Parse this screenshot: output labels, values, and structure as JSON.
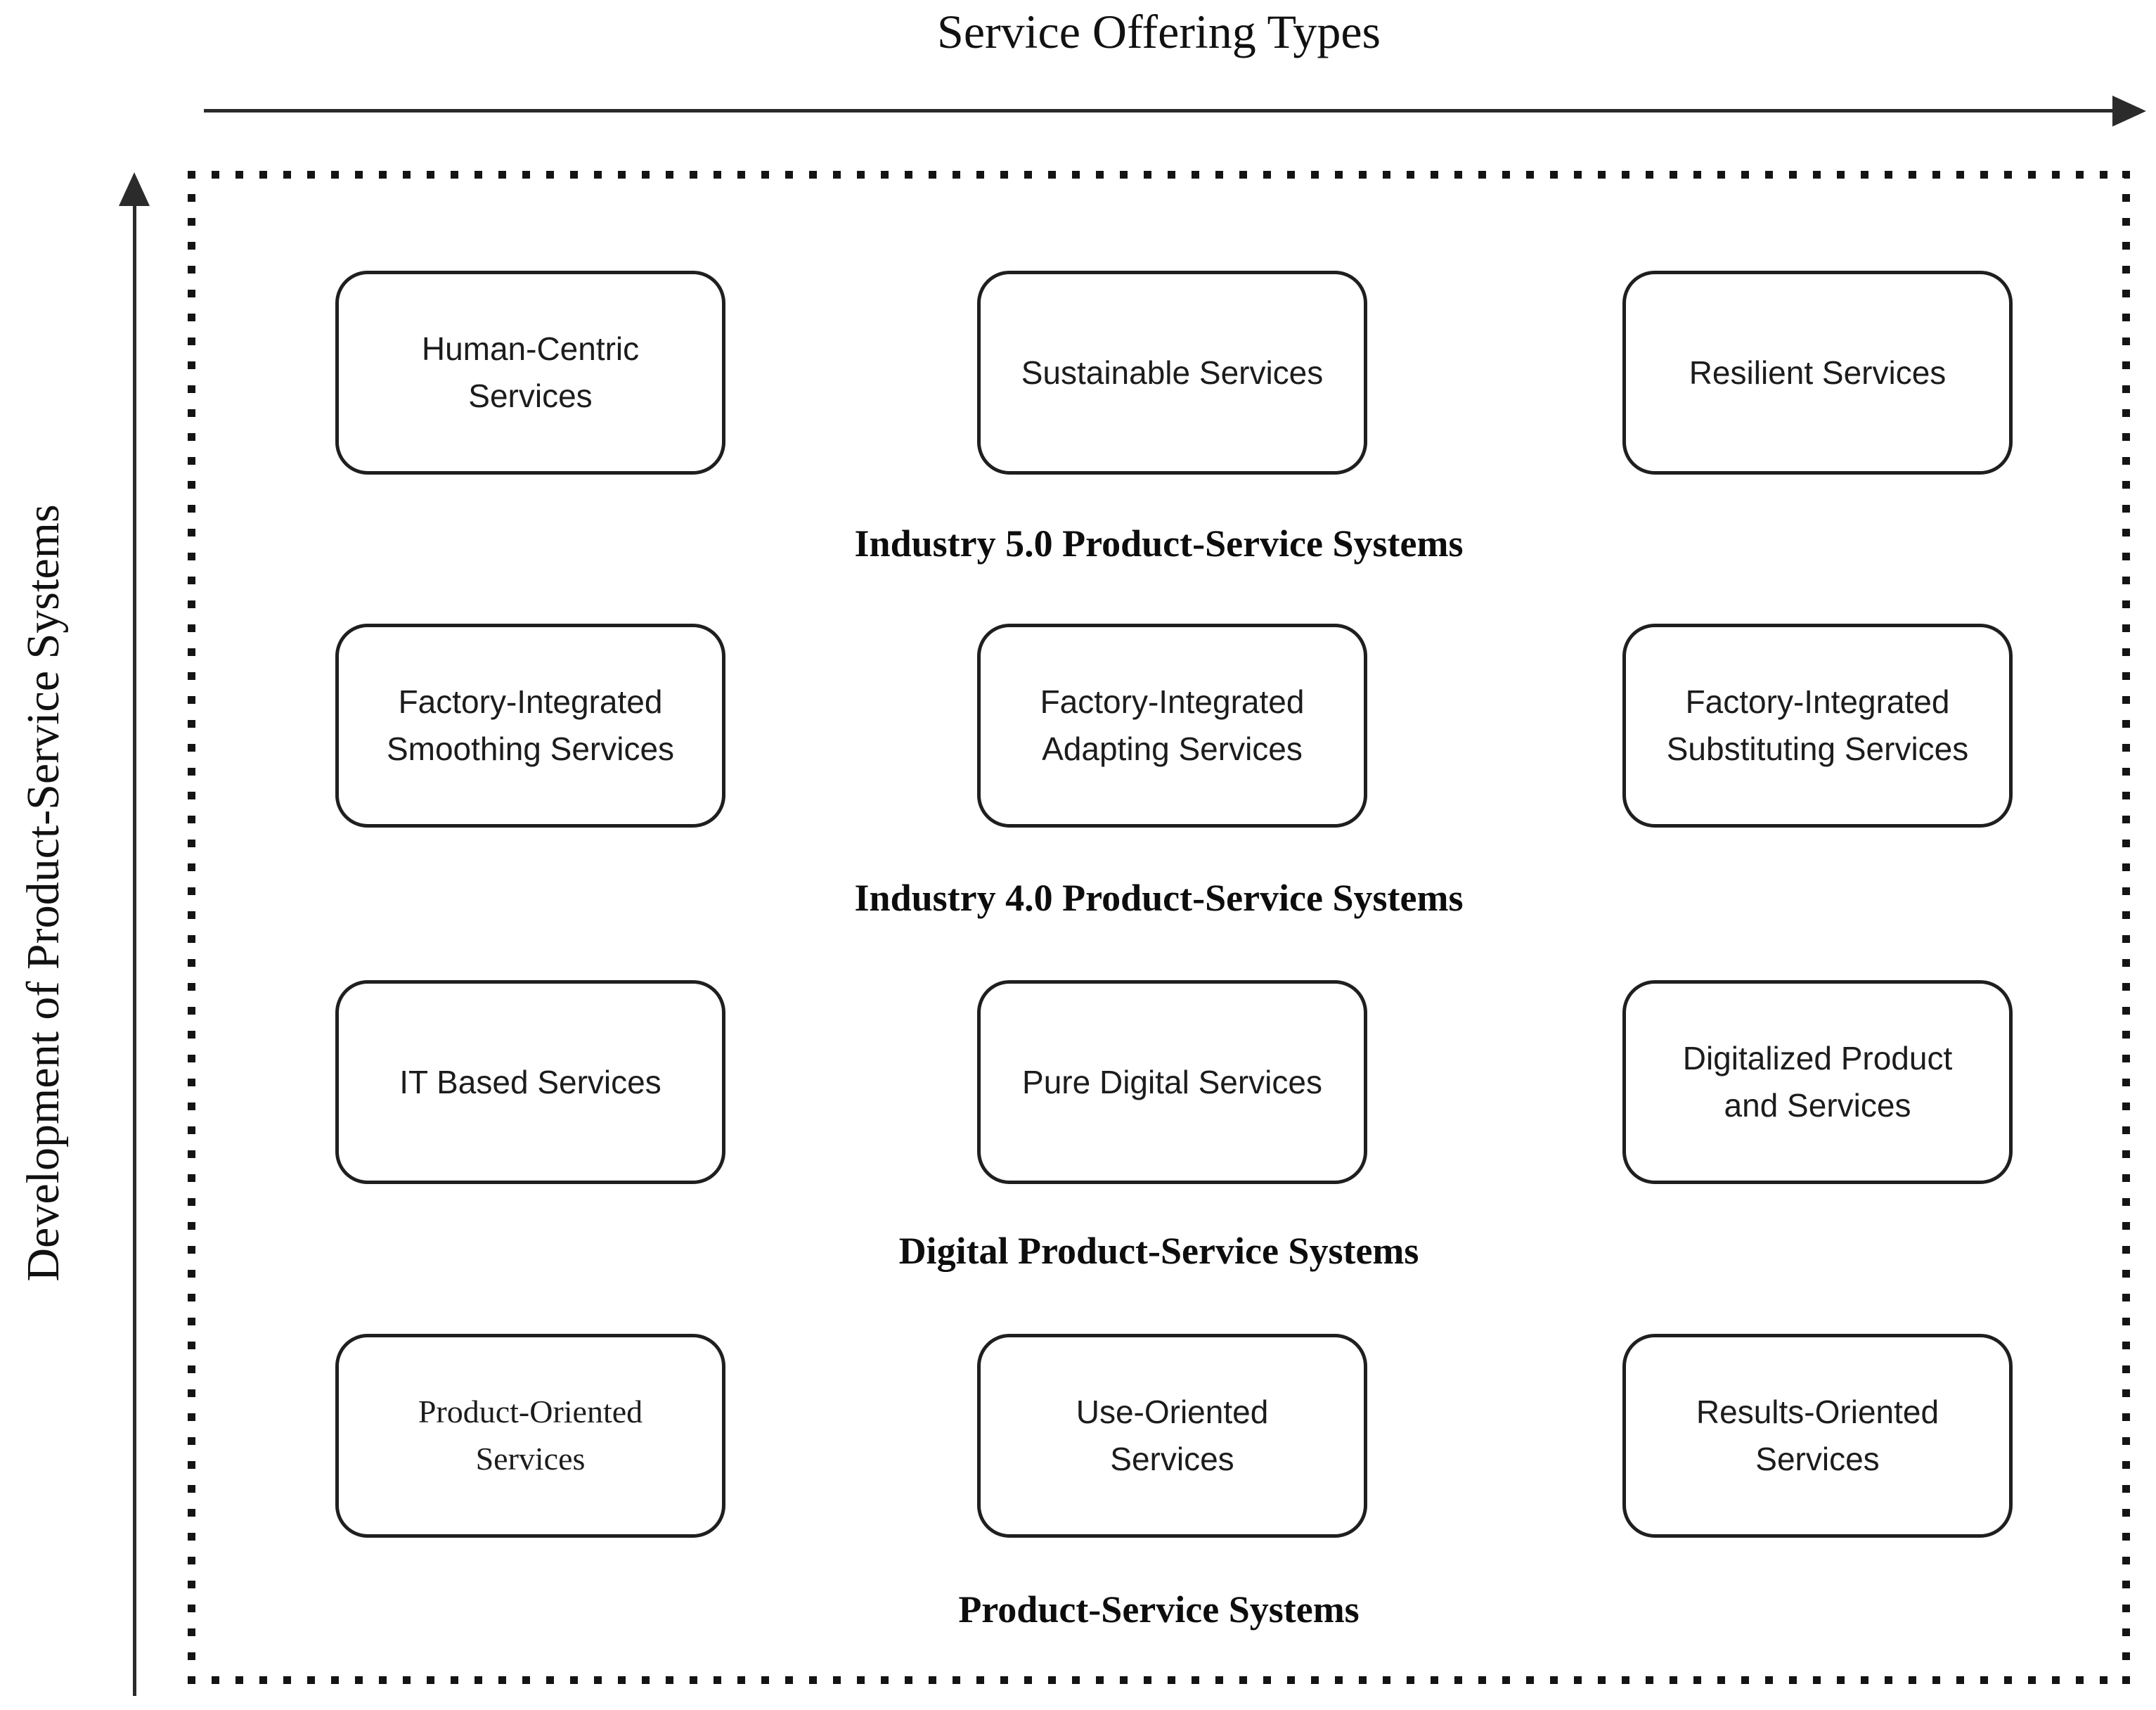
{
  "axes": {
    "x_title": "Service Offering Types",
    "y_title": "Development of Product-Service Systems"
  },
  "grid": {
    "rows": [
      {
        "label": "Industry 5.0 Product-Service Systems",
        "boxes": [
          {
            "label": "Human-Centric Services"
          },
          {
            "label": "Sustainable Services"
          },
          {
            "label": "Resilient Services"
          }
        ]
      },
      {
        "label": "Industry 4.0 Product-Service Systems",
        "boxes": [
          {
            "label": "Factory-Integrated Smoothing Services"
          },
          {
            "label": "Factory-Integrated Adapting Services"
          },
          {
            "label": "Factory-Integrated Substituting Services"
          }
        ]
      },
      {
        "label": "Digital Product-Service Systems",
        "boxes": [
          {
            "label": "IT Based Services"
          },
          {
            "label": "Pure Digital Services"
          },
          {
            "label": "Digitalized Product and Services"
          }
        ]
      },
      {
        "label": "Product-Service Systems",
        "boxes": [
          {
            "label": "Product-Oriented Services"
          },
          {
            "label": "Use-Oriented Services"
          },
          {
            "label": "Results-Oriented Services"
          }
        ]
      }
    ]
  },
  "colors": {
    "ink": "#1a1a1a",
    "background": "#ffffff"
  }
}
